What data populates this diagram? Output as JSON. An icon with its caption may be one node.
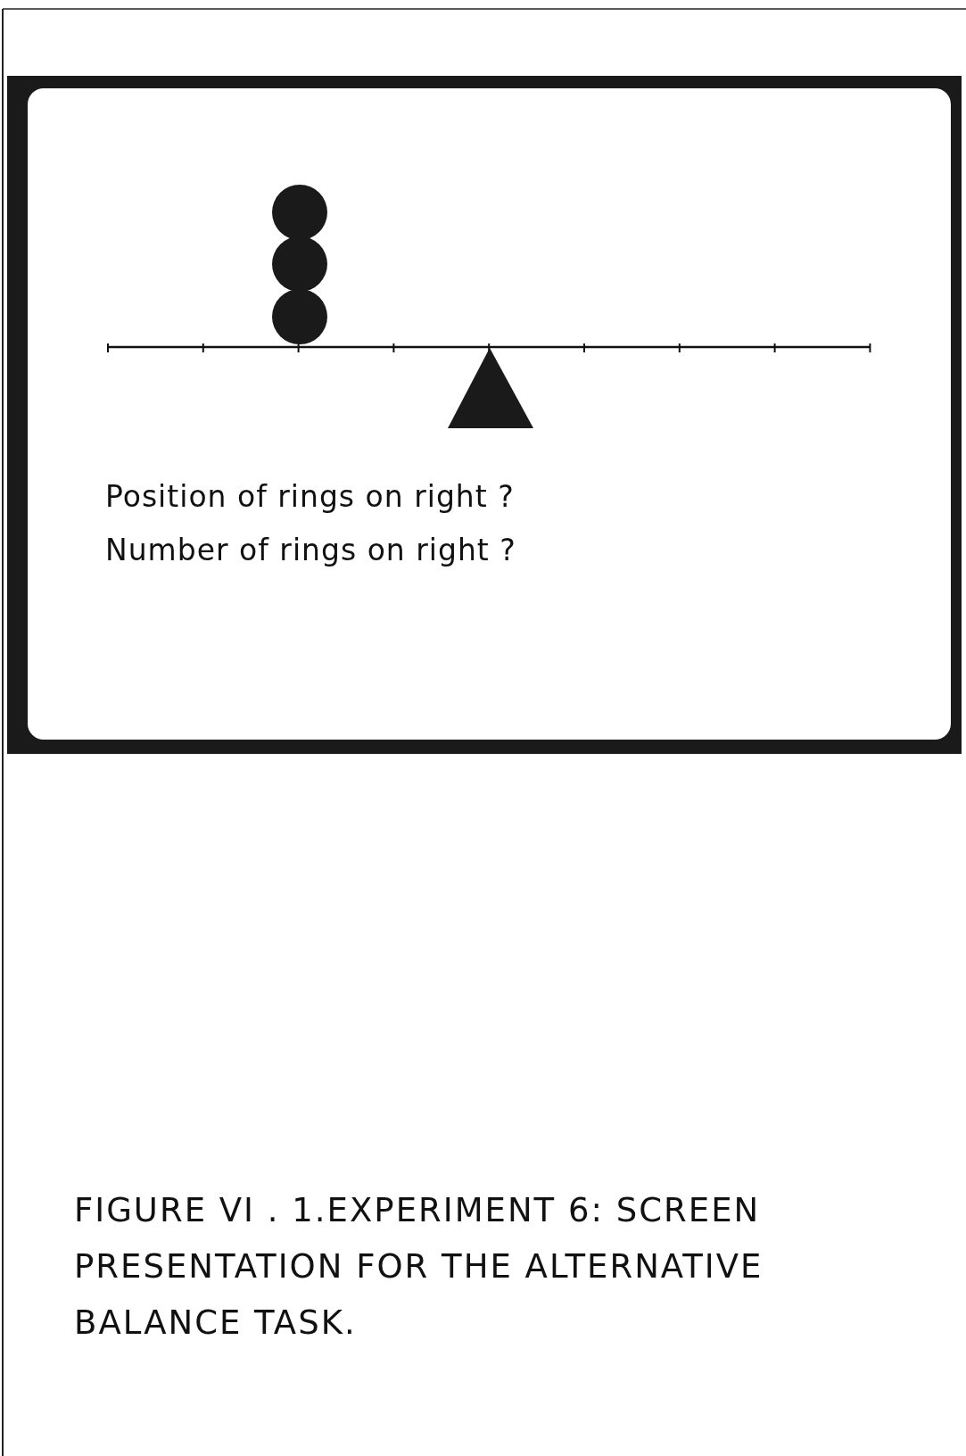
{
  "diagram": {
    "caption": "FIGURE VI . 1.EXPERIMENT 6: SCREEN PRESENTATION FOR THE ALTERNATIVE BALANCE TASK.",
    "labels": [
      "Position of rings on right ?",
      "Number of rings on right ?"
    ]
  }
}
